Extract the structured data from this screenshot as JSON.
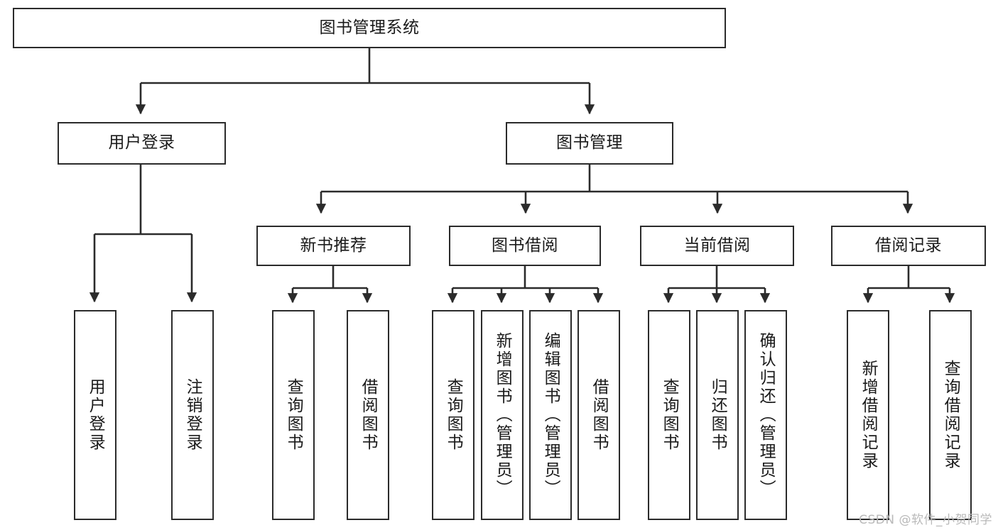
{
  "diagram": {
    "title": "图书管理系统",
    "type": "tree-hierarchy-chart",
    "watermark": "CSDN @软件_小贺同学",
    "colors": {
      "box_border": "#2b2b2b",
      "box_fill": "#ffffff",
      "edge": "#2b2b2b",
      "text": "#1a1a1a",
      "watermark": "#b9b9b9",
      "background": "#ffffff"
    },
    "nodes": {
      "root": {
        "label": "图书管理系统"
      },
      "level2": [
        {
          "id": "user-login",
          "label": "用户登录"
        },
        {
          "id": "book-manage",
          "label": "图书管理"
        }
      ],
      "level3": [
        {
          "id": "new-book-recommend",
          "label": "新书推荐"
        },
        {
          "id": "book-borrow",
          "label": "图书借阅"
        },
        {
          "id": "current-borrow",
          "label": "当前借阅"
        },
        {
          "id": "borrow-record",
          "label": "借阅记录"
        }
      ],
      "leaves": {
        "user_login": [
          {
            "id": "leaf-user-login",
            "label": "用户登录"
          },
          {
            "id": "leaf-logout-login",
            "label": "注销登录"
          }
        ],
        "new_book_recommend": [
          {
            "id": "leaf-query-book-1",
            "label": "查询图书"
          },
          {
            "id": "leaf-borrow-book-1",
            "label": "借阅图书"
          }
        ],
        "book_borrow": [
          {
            "id": "leaf-query-book-2",
            "label": "查询图书"
          },
          {
            "id": "leaf-add-book",
            "label": "新增图书（管理员）"
          },
          {
            "id": "leaf-edit-book",
            "label": "编辑图书（管理员）"
          },
          {
            "id": "leaf-borrow-book-2",
            "label": "借阅图书"
          }
        ],
        "current_borrow": [
          {
            "id": "leaf-query-book-3",
            "label": "查询图书"
          },
          {
            "id": "leaf-return-book",
            "label": "归还图书"
          },
          {
            "id": "leaf-confirm-return",
            "label": "确认归还（管理员）"
          }
        ],
        "borrow_record": [
          {
            "id": "leaf-add-borrow-record",
            "label": "新增借阅记录"
          },
          {
            "id": "leaf-query-borrow-record",
            "label": "查询借阅记录"
          }
        ]
      }
    }
  }
}
